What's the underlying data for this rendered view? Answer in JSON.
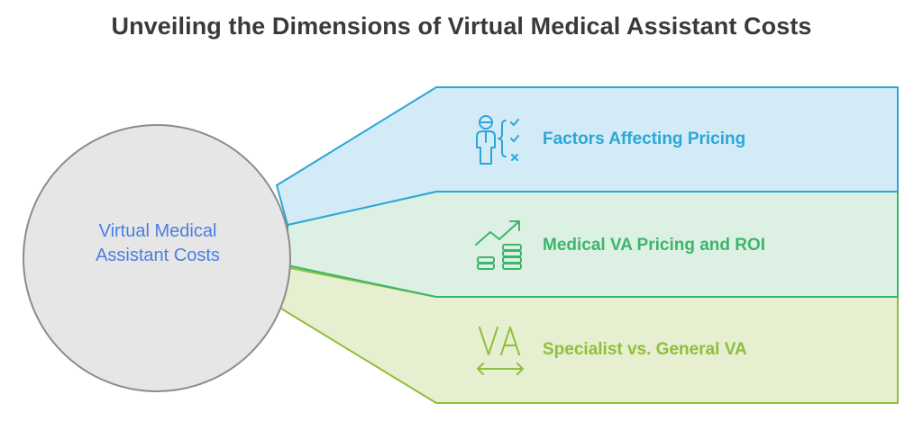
{
  "title": "Unveiling the Dimensions of Virtual Medical Assistant Costs",
  "center": {
    "lines": [
      "Virtual Medical",
      "Assistant Costs"
    ],
    "fill": "#e6e6e6",
    "stroke": "#8c8c8c",
    "text_color": "#4a7fe0"
  },
  "branches": [
    {
      "label": "Factors Affecting Pricing",
      "icon": "person-checklist-icon",
      "fill": "#d3ebf7",
      "stroke": "#2ba7d7",
      "text_color": "#2ba7d7"
    },
    {
      "label": "Medical VA Pricing and ROI",
      "icon": "rising-coins-icon",
      "fill": "#dcf1e3",
      "stroke": "#3db56c",
      "text_color": "#3db56c"
    },
    {
      "label": "Specialist vs. General VA",
      "icon": "va-width-icon",
      "fill": "#e6efcf",
      "stroke": "#8fbf3b",
      "text_color": "#8fbf3b"
    }
  ]
}
